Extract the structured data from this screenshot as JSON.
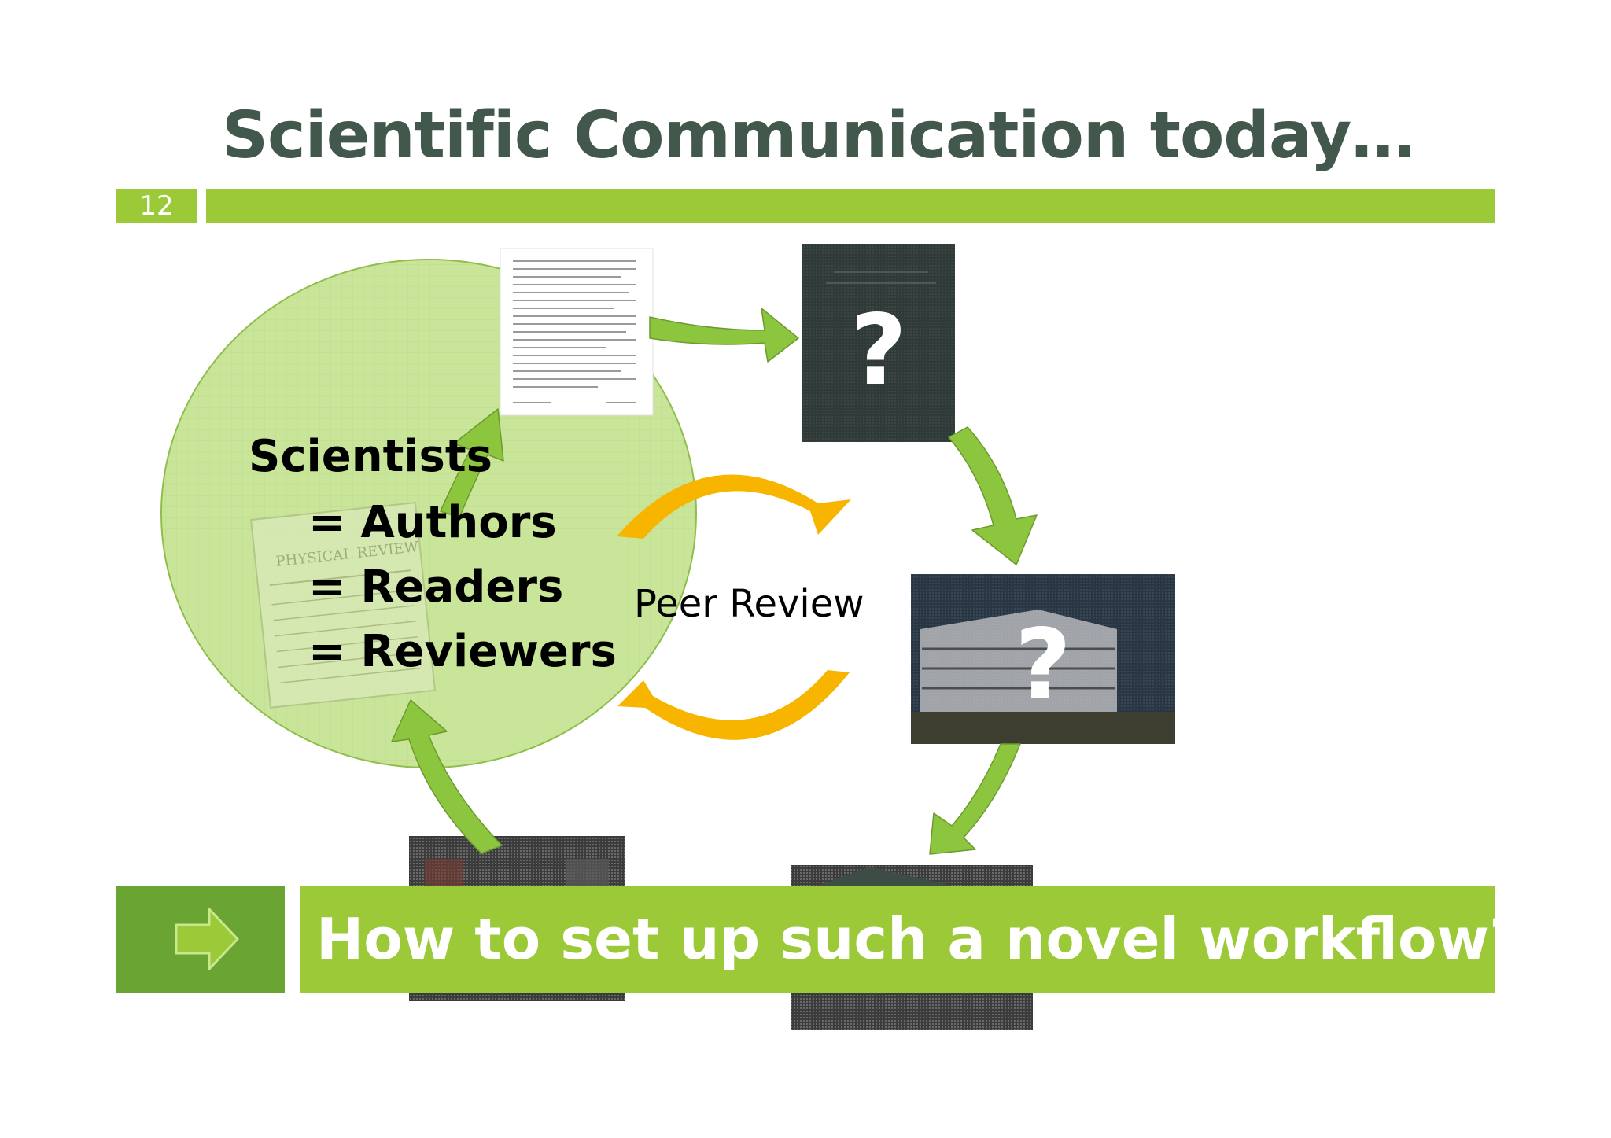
{
  "slide": {
    "title": "Scientific Communication today…",
    "number": "12"
  },
  "diagram": {
    "circle_lines": {
      "scientists": "Scientists",
      "authors": "= Authors",
      "readers": "= Readers",
      "reviewers": "= Reviewers"
    },
    "peer_review": "Peer Review",
    "journal_mark": "?",
    "institution_mark": "?",
    "background_journal_title": "PHYSICAL REVIEW"
  },
  "question": {
    "text": "How to set up such a novel workflow?"
  },
  "colors": {
    "title": "#43584c",
    "accent_green": "#9bc938",
    "dark_green": "#6aa534",
    "arrow_green": "#8cc63f",
    "arrow_yellow": "#f7b500",
    "circle_fill": "#c9e59a"
  }
}
